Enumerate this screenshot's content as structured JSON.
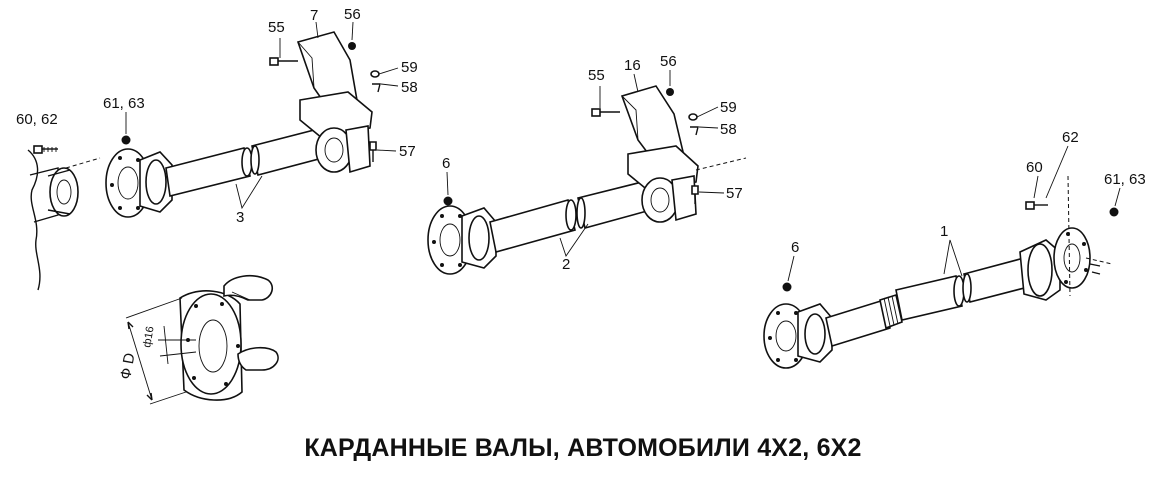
{
  "title": "КАРДАННЫЕ ВАЛЫ, АВТОМОБИЛИ 4Х2, 6Х2",
  "labels": {
    "p55a": "55",
    "p7": "7",
    "p56a": "56",
    "p59a": "59",
    "p58a": "58",
    "p57a": "57",
    "p6062": "60, 62",
    "p6163a": "61, 63",
    "p3": "3",
    "p55b": "55",
    "p16": "16",
    "p56b": "56",
    "p59b": "59",
    "p58b": "58",
    "p57b": "57",
    "p6a": "6",
    "p2": "2",
    "p60": "60",
    "p62": "62",
    "p6163b": "61, 63",
    "p1": "1",
    "p6b": "6",
    "dim_d16": "ф16",
    "dim_D": "Ф D"
  }
}
